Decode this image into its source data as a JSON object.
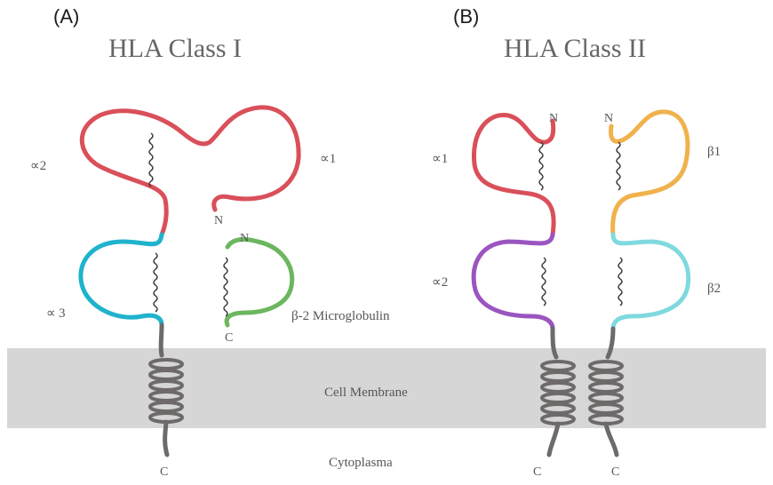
{
  "panels": {
    "a": {
      "letter": "(A)",
      "title": "HLA Class I",
      "labels": {
        "alpha2": "∝2",
        "alpha1": "∝1",
        "alpha3_sym": "∝",
        "alpha3_num": "3",
        "n_alpha1": "N",
        "n_beta2m": "N",
        "c_beta2m": "C",
        "beta2m": "β-2 Microglobulin",
        "c_tail": "C"
      }
    },
    "b": {
      "letter": "(B)",
      "title": "HLA Class II",
      "labels": {
        "alpha1": "∝1",
        "alpha2": "∝2",
        "beta1": "β1",
        "beta2": "β2",
        "n_alpha": "N",
        "n_beta": "N",
        "c_alpha": "C",
        "c_beta": "C"
      }
    }
  },
  "membrane": {
    "label": "Cell Membrane",
    "color": "#d6d6d6"
  },
  "cytoplasm": {
    "label": "Cytoplasma"
  },
  "colors": {
    "red": "#d9505a",
    "cyan": "#1fb3cc",
    "green": "#6cb65f",
    "purple": "#9a55bf",
    "orange": "#f0b24c",
    "light_cyan": "#7fd9de",
    "grey": "#6e6a6a",
    "alpha3_label": "#8a5ab8"
  }
}
